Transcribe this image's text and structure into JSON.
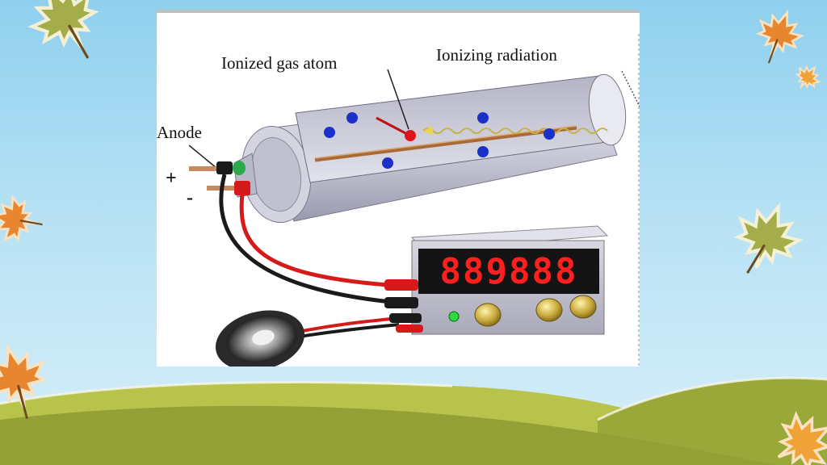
{
  "figure": {
    "labels": {
      "ionized_gas_atom": "Ionized gas atom",
      "ionizing_radiation": "Ionizing radiation",
      "anode": "Anode",
      "plus": "+",
      "minus": "-"
    },
    "counter_display": "889888"
  },
  "colors": {
    "sky": "#a8dcf2",
    "hill_light": "#b3bf4a",
    "hill_dark": "#8f9b36",
    "leaf_orange": "#e8862f",
    "leaf_green": "#a3ad49",
    "ion_blue": "#1b2fc9",
    "ion_red": "#e0151b",
    "display_red": "#ff1f1f"
  },
  "icons": [
    "maple-leaf-icon",
    "speaker-icon",
    "knob-icon",
    "led-icon"
  ]
}
